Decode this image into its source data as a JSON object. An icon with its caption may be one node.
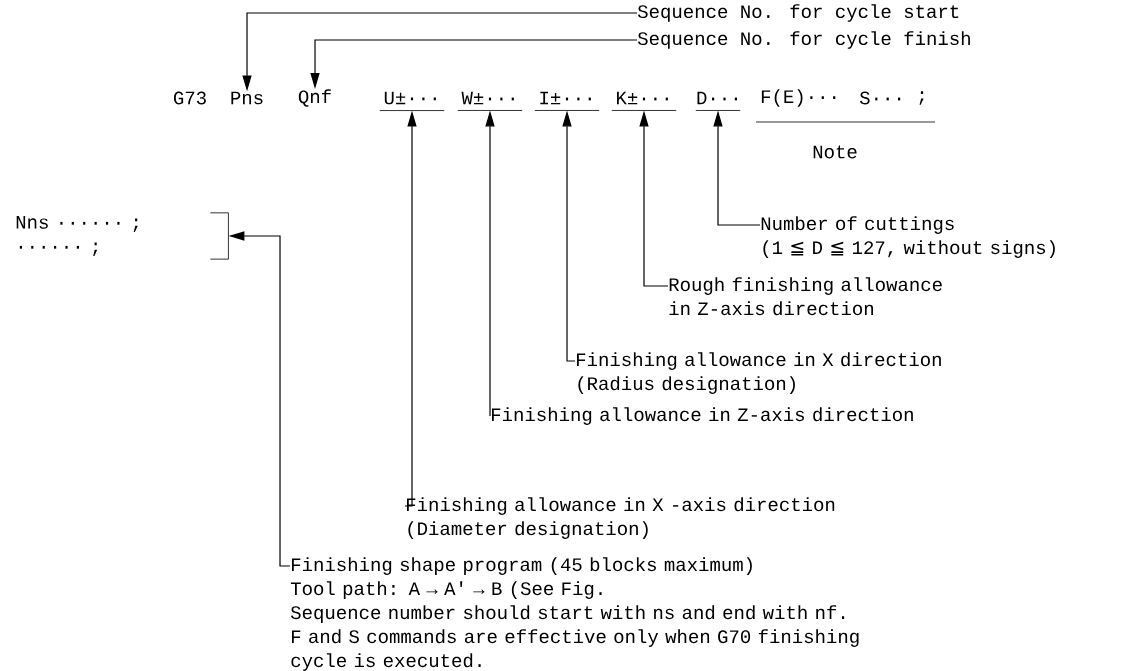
{
  "diagram": {
    "nodes": [
      {
        "text": [
          "Sequence No. for cycle start"
        ]
      },
      {
        "text": [
          "Sequence No. for cycle finish"
        ]
      },
      {
        "text": [
          "Pns"
        ]
      },
      {
        "text": [
          "Qnf"
        ]
      },
      {
        "text": [
          "U±···"
        ]
      },
      {
        "text": [
          "W±···"
        ]
      },
      {
        "text": [
          "I±···"
        ]
      },
      {
        "text": [
          "K±···"
        ]
      },
      {
        "text": [
          "D···"
        ]
      },
      {
        "text": [
          "Number of cuttings",
          "(1 ≦  D  ≦ 127, without signs)"
        ]
      },
      {
        "text": [
          "Rough finishing allowance in Z-axis direction"
        ]
      },
      {
        "text": [
          "Finishing allowance in X direction",
          "(Radius designation)"
        ]
      },
      {
        "text": [
          "Finishing allowance in Z-axis direction"
        ]
      },
      {
        "text": [
          "Finishing allowance in X -axis direction",
          "(Diameter designation)"
        ]
      },
      {
        "text": [
          "Finishing shape program (45 blocks maximum)",
          "Tool path:  A → A' → B (See Fig.",
          "Sequence number should start with ns and end with nf.",
          "F and S commands are effective only when G70 finishing cycle is executed."
        ]
      },
      {
        "text": [
          "Nns  ······  ;",
          "······  ;"
        ]
      }
    ],
    "edges": [
      {
        "from": 0,
        "to": 2,
        "arrow": "to"
      },
      {
        "from": 1,
        "to": 3,
        "arrow": "to"
      },
      {
        "from": 9,
        "to": 8,
        "arrow": "to"
      },
      {
        "from": 10,
        "to": 7,
        "arrow": "to"
      },
      {
        "from": 11,
        "to": 6,
        "arrow": "to"
      },
      {
        "from": 12,
        "to": 5,
        "arrow": "to"
      },
      {
        "from": 13,
        "to": 4,
        "arrow": "to"
      },
      {
        "from": 14,
        "to": 15,
        "arrow": "to"
      }
    ],
    "labels": [
      "G73",
      "F(E)···",
      "S···",
      ";",
      "Note"
    ]
  }
}
